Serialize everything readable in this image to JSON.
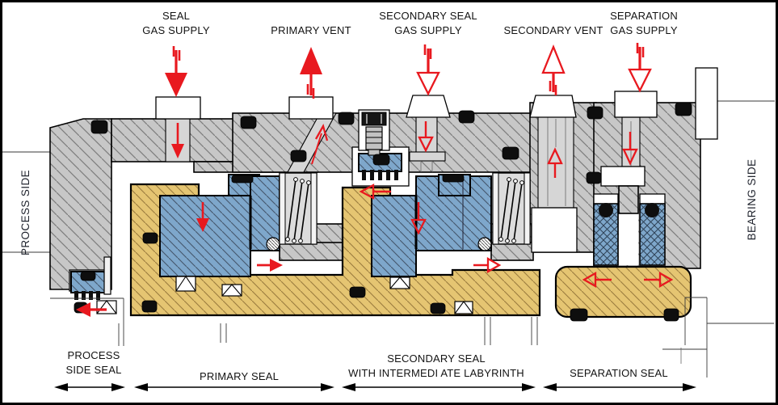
{
  "diagram": {
    "side_labels": {
      "left": "PROCESS SIDE",
      "right": "BEARING SIDE"
    },
    "ports": {
      "seal_gas_supply": {
        "line1": "SEAL",
        "line2": "GAS SUPPLY"
      },
      "primary_vent": {
        "line1": "PRIMARY VENT",
        "line2": ""
      },
      "secondary_seal_gas_supply": {
        "line1": "SECONDARY SEAL",
        "line2": "GAS SUPPLY"
      },
      "secondary_vent": {
        "line1": "SECONDARY VENT",
        "line2": ""
      },
      "separation_gas_supply": {
        "line1": "SEPARATION",
        "line2": "GAS SUPPLY"
      }
    },
    "sections": {
      "process_side_seal": {
        "line1": "PROCESS",
        "line2": "SIDE SEAL"
      },
      "primary_seal": {
        "line1": "PRIMARY SEAL",
        "line2": ""
      },
      "secondary_seal": {
        "line1": "SECONDARY SEAL",
        "line2": "WITH INTERMEDI ATE LABYRINTH"
      },
      "separation_seal": {
        "line1": "SEPARATION SEAL",
        "line2": ""
      }
    },
    "colors": {
      "housing_gray": "#C7C7C7",
      "seal_face_blue": "#7EA7CB",
      "sleeve_yellow": "#E5C572",
      "flow_red": "#E8191F",
      "outline_black": "#000000"
    }
  }
}
